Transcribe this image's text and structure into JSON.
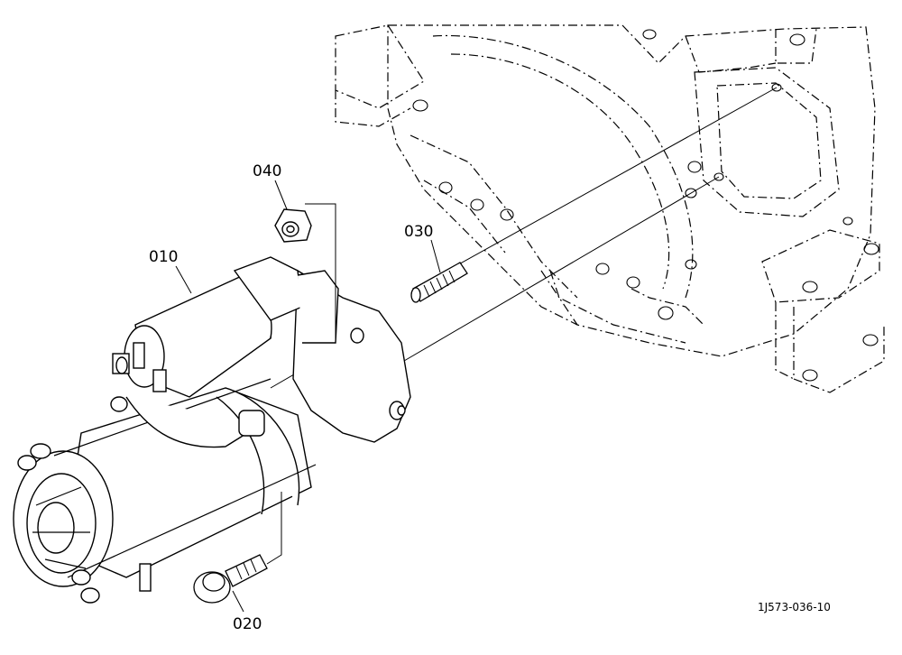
{
  "parts": [
    {
      "id": "starter-motor",
      "number": "010"
    },
    {
      "id": "bolt",
      "number": "020"
    },
    {
      "id": "stud",
      "number": "030"
    },
    {
      "id": "nut",
      "number": "040"
    }
  ],
  "drawing_code": "1J573-036-10",
  "colors": {
    "line": "#000000",
    "background": "#ffffff"
  }
}
